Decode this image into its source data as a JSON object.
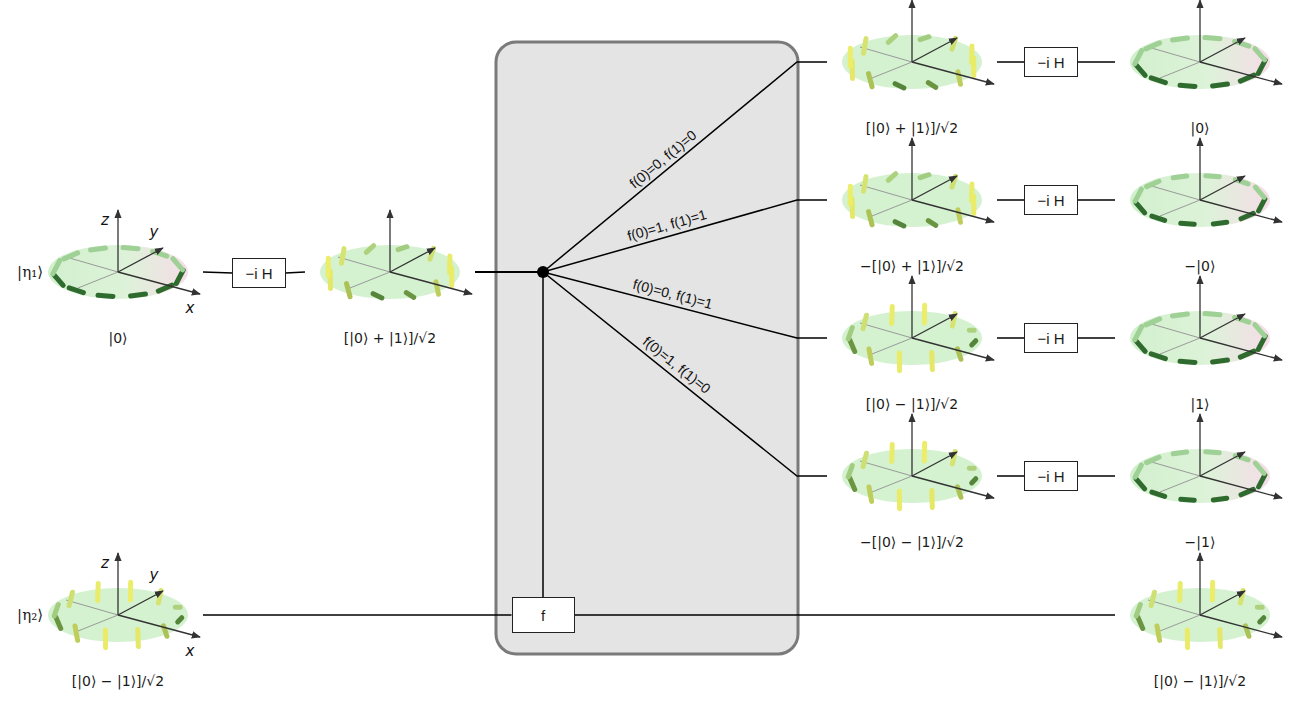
{
  "diagram": {
    "nodes": [
      {
        "text": [
          "|η₁⟩",
          "|0⟩"
        ]
      },
      {
        "text": [
          "−i H"
        ]
      },
      {
        "text": [
          "[|0⟩ + |1⟩]/√2"
        ]
      },
      {
        "text": [
          "[|0⟩ + |1⟩]/√2"
        ]
      },
      {
        "text": [
          "−[|0⟩ + |1⟩]/√2"
        ]
      },
      {
        "text": [
          "[|0⟩ − |1⟩]/√2"
        ]
      },
      {
        "text": [
          "−[|0⟩ − |1⟩]/√2"
        ]
      },
      {
        "text": [
          "−i H"
        ]
      },
      {
        "text": [
          "−i H"
        ]
      },
      {
        "text": [
          "−i H"
        ]
      },
      {
        "text": [
          "−i H"
        ]
      },
      {
        "text": [
          "|0⟩"
        ]
      },
      {
        "text": [
          "−|0⟩"
        ]
      },
      {
        "text": [
          "|1⟩"
        ]
      },
      {
        "text": [
          "−|1⟩"
        ]
      },
      {
        "text": [
          "|η₂⟩",
          "[|0⟩ − |1⟩]/√2"
        ]
      },
      {
        "text": [
          "f"
        ]
      },
      {
        "text": [
          "[|0⟩ − |1⟩]/√2"
        ]
      }
    ],
    "edges": [
      {
        "from": 0,
        "to": 1,
        "arrow": "none"
      },
      {
        "from": 1,
        "to": 2,
        "arrow": "none"
      },
      {
        "from": 2,
        "to": 3,
        "label": "f(0)=0, f(1)=0",
        "arrow": "none"
      },
      {
        "from": 2,
        "to": 4,
        "label": "f(0)=1, f(1)=1",
        "arrow": "none"
      },
      {
        "from": 2,
        "to": 5,
        "label": "f(0)=0, f(1)=1",
        "arrow": "none"
      },
      {
        "from": 2,
        "to": 6,
        "label": "f(0)=1, f(1)=0",
        "arrow": "none"
      },
      {
        "from": 2,
        "to": 16,
        "arrow": "none"
      },
      {
        "from": 3,
        "to": 7,
        "arrow": "none"
      },
      {
        "from": 7,
        "to": 11,
        "arrow": "none"
      },
      {
        "from": 4,
        "to": 8,
        "arrow": "none"
      },
      {
        "from": 8,
        "to": 12,
        "arrow": "none"
      },
      {
        "from": 5,
        "to": 9,
        "arrow": "none"
      },
      {
        "from": 9,
        "to": 13,
        "arrow": "none"
      },
      {
        "from": 6,
        "to": 10,
        "arrow": "none"
      },
      {
        "from": 10,
        "to": 14,
        "arrow": "none"
      },
      {
        "from": 15,
        "to": 16,
        "arrow": "none"
      },
      {
        "from": 16,
        "to": 17,
        "arrow": "none"
      }
    ],
    "labels": [
      "z",
      "y",
      "x",
      "z",
      "y",
      "x"
    ]
  }
}
